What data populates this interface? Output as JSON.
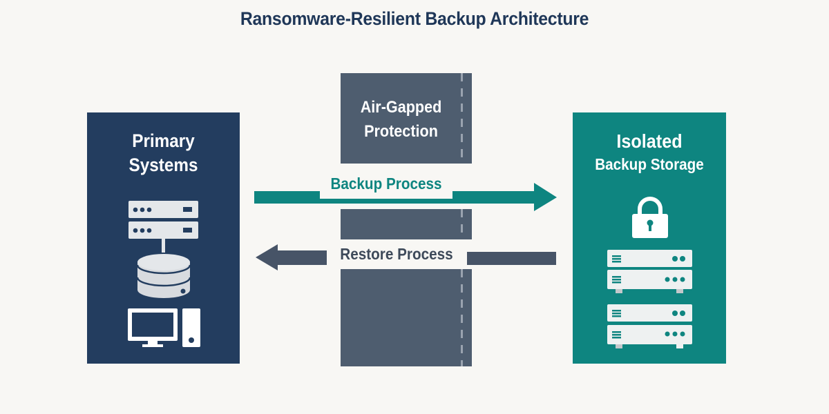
{
  "title": "Ransomware-Resilient Backup Architecture",
  "colors": {
    "background": "#f8f7f4",
    "title": "#1f3758",
    "primary_panel": "#233d5f",
    "isolated_panel": "#0e8580",
    "air_gap": "#4e5d6f",
    "backup_arrow": "#0e8580",
    "restore_arrow": "#475467",
    "icon_fill": "#e4e7ea"
  },
  "primary": {
    "title_line1": "Primary",
    "title_line2": "Systems",
    "icons": [
      "server-rack-icon",
      "database-icon",
      "desktop-computer-icon"
    ]
  },
  "air_gap": {
    "title_line1": "Air-Gapped",
    "title_line2": "Protection"
  },
  "isolated": {
    "title_line1": "Isolated",
    "title_line2": "Backup Storage",
    "icons": [
      "lock-icon",
      "storage-server-icon",
      "storage-server-icon"
    ]
  },
  "flows": {
    "backup": {
      "label": "Backup Process",
      "direction": "right"
    },
    "restore": {
      "label": "Restore Process",
      "direction": "left"
    }
  }
}
